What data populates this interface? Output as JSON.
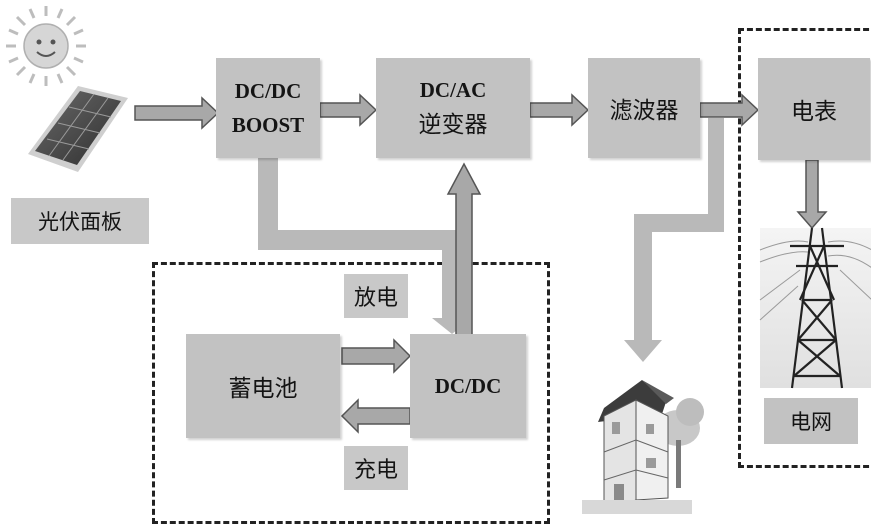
{
  "labels": {
    "pv_panel": "光伏面板",
    "boost_line1": "DC/DC",
    "boost_line2": "BOOST",
    "inverter_line1": "DC/AC",
    "inverter_line2": "逆变器",
    "filter": "滤波器",
    "meter": "电表",
    "battery": "蓄电池",
    "dcdc": "DC/DC",
    "discharge": "放电",
    "charge": "充电",
    "grid": "电网"
  },
  "colors": {
    "box_fill": "#c2c2c2",
    "arrow_fill": "#a8a8a8",
    "dash_border": "#222222"
  }
}
